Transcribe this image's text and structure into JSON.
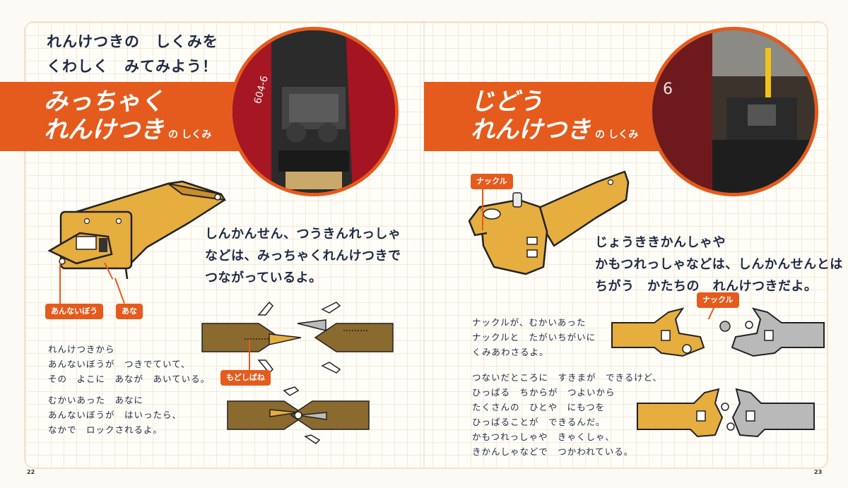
{
  "pages": {
    "left": {
      "number": "22",
      "intro_lines": [
        "れんけつきの　しくみを",
        "くわしく　みてみよう！"
      ],
      "title_line1": "みっちゃく",
      "title_line2": "れんけつき",
      "title_suffix": "の しくみ",
      "photo_car_number": "604-6",
      "body_lines": [
        "しんかんせん、つうきんれっしゃ",
        "などは、みっちゃくれんけつきで",
        "つながっているよ。"
      ],
      "labels": {
        "guide_bar": "あんないぼう",
        "hole": "あな",
        "return_spring": "もどしばね"
      },
      "small_text_1": [
        "れんけつきから",
        "あんないぼうが　つきでていて、",
        "その　よこに　あなが　あいている。"
      ],
      "small_text_2": [
        "むかいあった　あなに",
        "あんないぼうが　はいったら、",
        "なかで　ロックされるよ。"
      ]
    },
    "right": {
      "number": "23",
      "title_line1": "じどう",
      "title_line2": "れんけつき",
      "title_suffix": "の しくみ",
      "photo_car_number": "6",
      "body_lines": [
        "じょうききかんしゃや",
        "かもつれっしゃなどは、しんかんせんとは",
        "ちがう　かたちの　れんけつきだよ。"
      ],
      "labels": {
        "knuckle_top": "ナックル",
        "knuckle_diagram": "ナックル"
      },
      "small_text_1": [
        "ナックルが、むかいあった",
        "ナックルと　たがいちがいに",
        "くみあわさるよ。"
      ],
      "small_text_2": [
        "つないだところに　すきまが　できるけど、",
        "ひっぱる　ちからが　つよいから",
        "たくさんの　ひとや　にもつを",
        "ひっぱることが　できるんだ。",
        "かもつれっしゃや　きゃくしゃ、",
        "きかんしゃなどで　つかわれている。"
      ]
    }
  },
  "colors": {
    "accent": "#e45b1d",
    "text": "#1f2a44",
    "coupler_gold": "#e6ad3f",
    "coupler_gray": "#b9b9b9",
    "diagram_brown": "#8a6a2e"
  }
}
